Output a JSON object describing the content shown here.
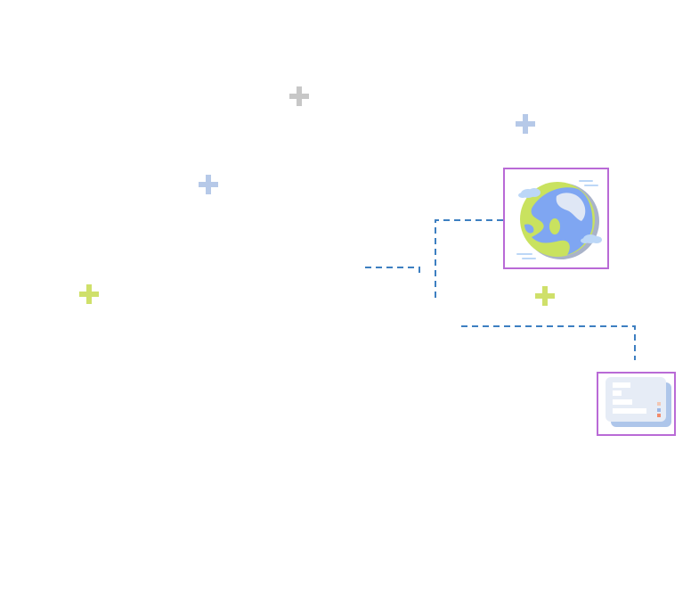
{
  "diagram": {
    "background": "#ffffff",
    "selection_color": "#b96ad6",
    "connector_color": "#3d7fc1",
    "decorations": [
      {
        "icon": "plus-icon",
        "color": "#c7c7c7"
      },
      {
        "icon": "plus-icon",
        "color": "#b6c9e8"
      },
      {
        "icon": "plus-icon",
        "color": "#b6c9e8"
      },
      {
        "icon": "plus-icon",
        "color": "#cfe06a"
      },
      {
        "icon": "plus-icon",
        "color": "#cfe06a"
      }
    ],
    "nodes": [
      {
        "icon": "globe-icon",
        "selected": true
      },
      {
        "icon": "server-icon",
        "selected": true
      }
    ],
    "connectors": [
      {
        "style": "dashed",
        "from": "left-stub",
        "to": "globe-icon"
      },
      {
        "style": "dashed",
        "from": "junction",
        "to": "server-icon"
      }
    ]
  }
}
